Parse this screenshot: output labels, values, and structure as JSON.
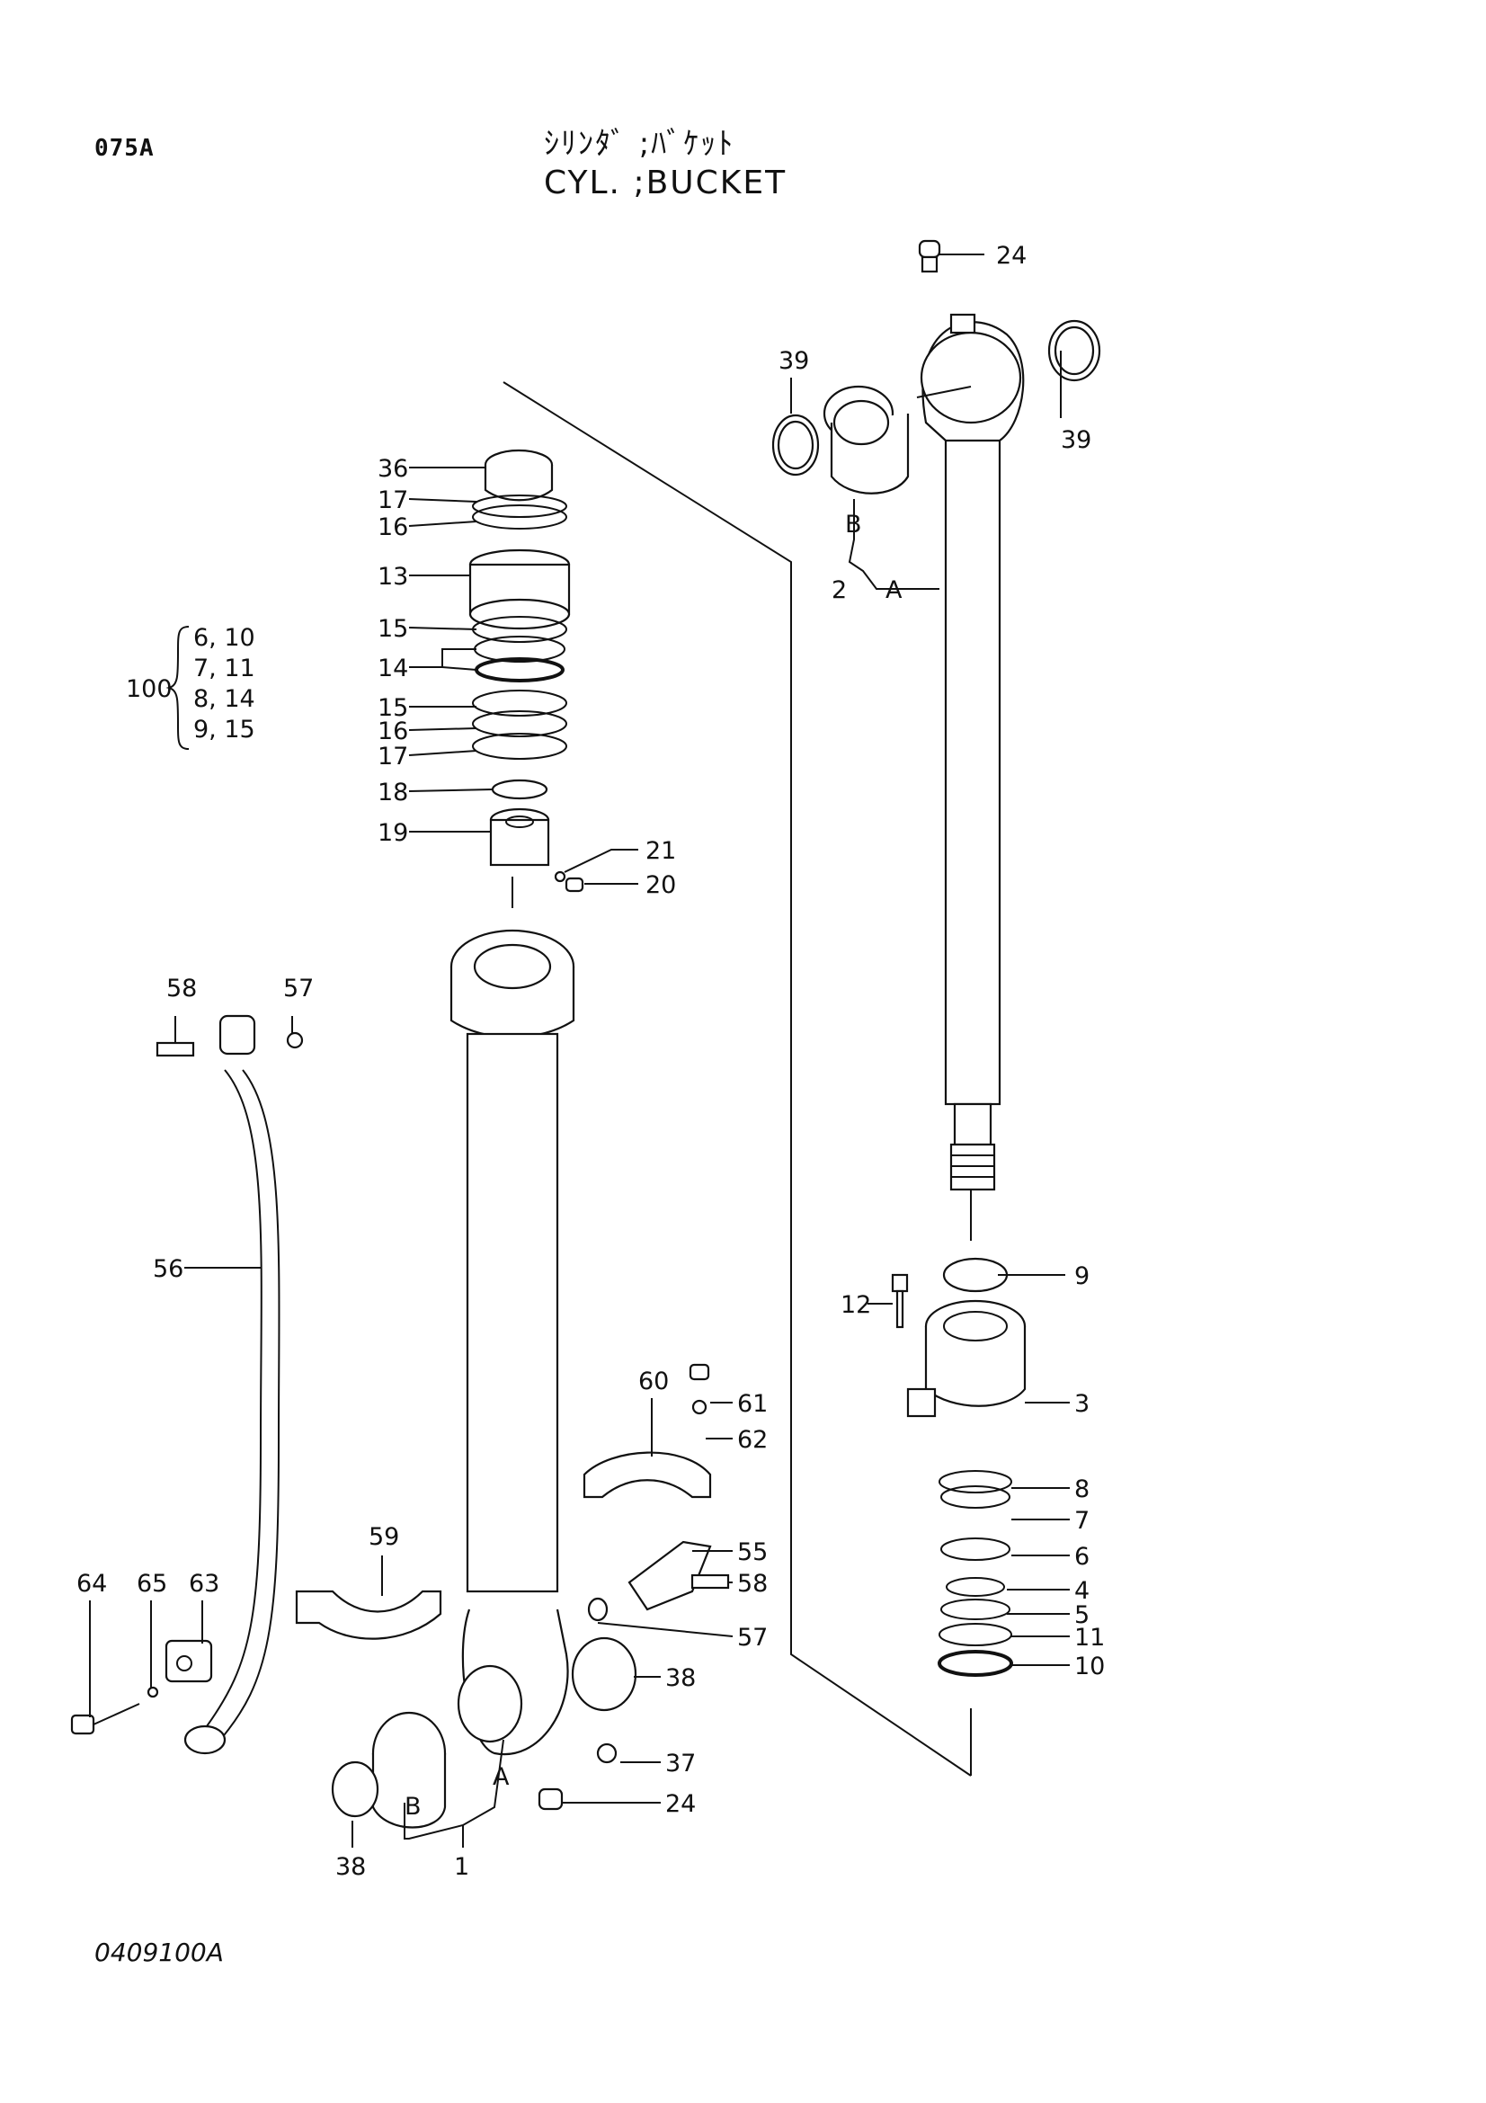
{
  "header": {
    "page_code": "075A",
    "title_jp": "ｼﾘﾝﾀﾞ ;ﾊﾞｹｯﾄ",
    "title_en": "CYL. ;BUCKET"
  },
  "footer": {
    "drawing_code": "0409100A"
  },
  "kit": {
    "number": "100",
    "rows": [
      "6, 10",
      "7, 11",
      "8, 14",
      "9, 15"
    ]
  },
  "callouts": {
    "c24_top": "24",
    "c39_left": "39",
    "c39_right": "39",
    "cB_rod": "B",
    "c2": "2",
    "cA_rod": "A",
    "c36": "36",
    "c17a": "17",
    "c16a": "16",
    "c13": "13",
    "c15a": "15",
    "c14": "14",
    "c15b": "15",
    "c16b": "16",
    "c17b": "17",
    "c18": "18",
    "c19": "19",
    "c21": "21",
    "c20": "20",
    "c58a": "58",
    "c57a": "57",
    "c56": "56",
    "c9": "9",
    "c12": "12",
    "c3": "3",
    "c8": "8",
    "c7": "7",
    "c6": "6",
    "c4": "4",
    "c5": "5",
    "c11": "11",
    "c10": "10",
    "c60": "60",
    "c61": "61",
    "c62": "62",
    "c59": "59",
    "c55": "55",
    "c58b": "58",
    "c57b": "57",
    "c64": "64",
    "c65": "65",
    "c63": "63",
    "c38a": "38",
    "c38b": "38",
    "c37": "37",
    "c24b": "24",
    "cA_tube": "A",
    "cB_tube": "B",
    "c1": "1"
  }
}
